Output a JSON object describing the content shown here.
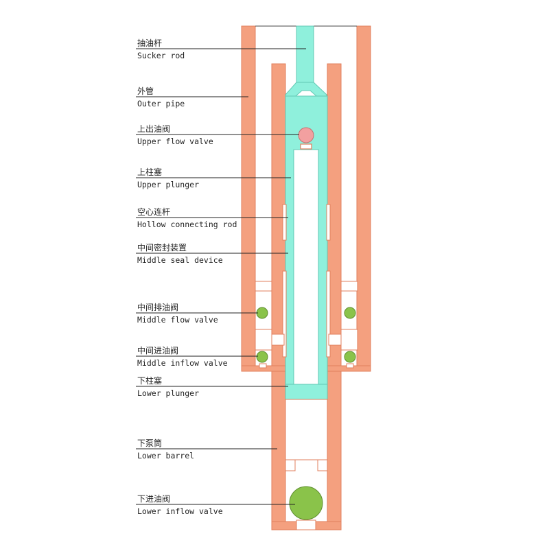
{
  "labels": [
    {
      "id": "sucker-rod",
      "cn": "抽油杆",
      "en": "Sucker rod"
    },
    {
      "id": "outer-pipe",
      "cn": "外管",
      "en": "Outer pipe"
    },
    {
      "id": "upper-flow-valve",
      "cn": "上出油阀",
      "en": "Upper flow valve"
    },
    {
      "id": "upper-plunger",
      "cn": "上柱塞",
      "en": "Upper plunger"
    },
    {
      "id": "hollow-connecting-rod",
      "cn": "空心连杆",
      "en": "Hollow connecting rod"
    },
    {
      "id": "middle-seal-device",
      "cn": "中间密封装置",
      "en": "Middle seal device"
    },
    {
      "id": "middle-flow-valve",
      "cn": "中间排油阀",
      "en": "Middle flow valve"
    },
    {
      "id": "middle-inflow-valve",
      "cn": "中间进油阀",
      "en": "Middle inflow valve"
    },
    {
      "id": "lower-plunger",
      "cn": "下柱塞",
      "en": "Lower plunger"
    },
    {
      "id": "lower-barrel",
      "cn": "下泵筒",
      "en": "Lower barrel"
    },
    {
      "id": "lower-inflow-valve",
      "cn": "下进油阀",
      "en": "Lower inflow valve"
    }
  ],
  "colors": {
    "pipe": "#f4a07f",
    "fluid": "#8ff0dc",
    "valve_ball_green": "#8ac34a",
    "valve_ball_pink": "#f2a0a0"
  }
}
